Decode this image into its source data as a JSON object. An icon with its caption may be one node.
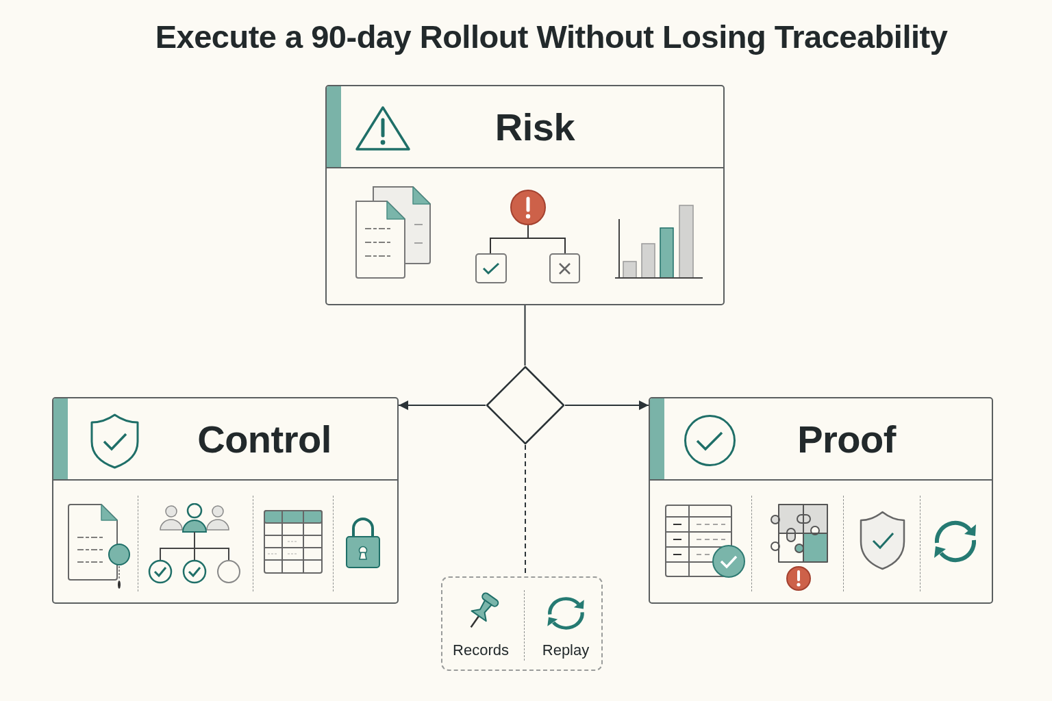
{
  "diagram": {
    "title": "Execute a 90-day Rollout Without Losing Traceability",
    "nodes": [
      {
        "text": [
          "Risk"
        ]
      },
      {
        "text": [],
        "shape": "diamond"
      },
      {
        "text": [
          "Control"
        ]
      },
      {
        "text": [
          "Proof"
        ]
      },
      {
        "text": [
          "Records",
          "Replay"
        ]
      }
    ],
    "edges": [
      {
        "from": 0,
        "to": 1,
        "arrow": "none"
      },
      {
        "from": 1,
        "to": 2,
        "arrow": "to"
      },
      {
        "from": 1,
        "to": 3,
        "arrow": "to"
      },
      {
        "from": 1,
        "to": 4,
        "arrow": "none",
        "style": "dashed"
      }
    ]
  }
}
